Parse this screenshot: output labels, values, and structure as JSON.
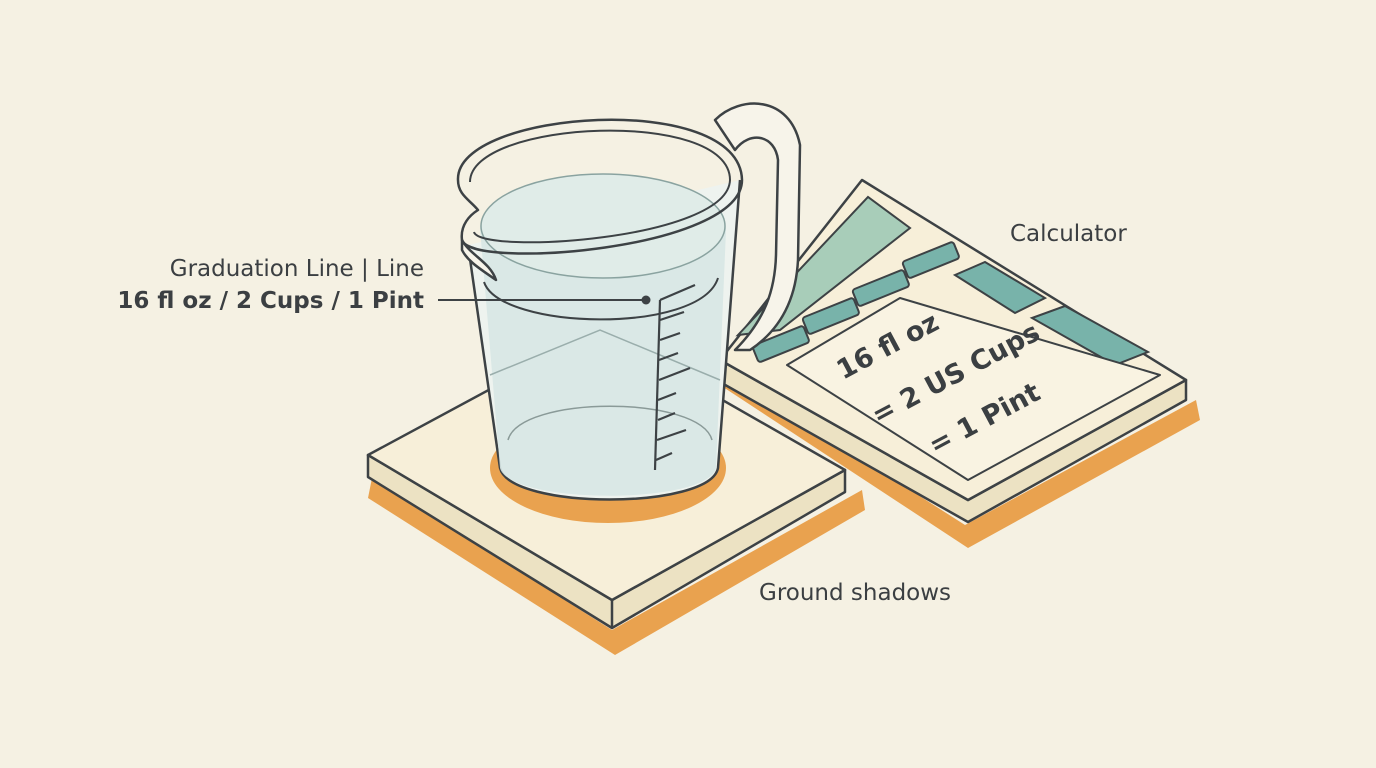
{
  "labels": {
    "graduation_line": "Graduation Line | Line",
    "graduation_value": "16 fl oz / 2 Cups / 1 Pint",
    "calculator": "Calculator",
    "ground_shadows": "Ground shadows"
  },
  "calculator_display": {
    "line1": "16 fl oz",
    "line2": "= 2 US Cups",
    "line3": "= 1 Pint"
  },
  "colors": {
    "background": "#f5f1e3",
    "shadow": "#e9a24f",
    "board": "#f7efd9",
    "board_side": "#ece2c3",
    "outline": "#3d4245",
    "water": "#d7e7e4",
    "calc_keys": "#78b3aa",
    "calc_screen": "#a8cdb9"
  }
}
